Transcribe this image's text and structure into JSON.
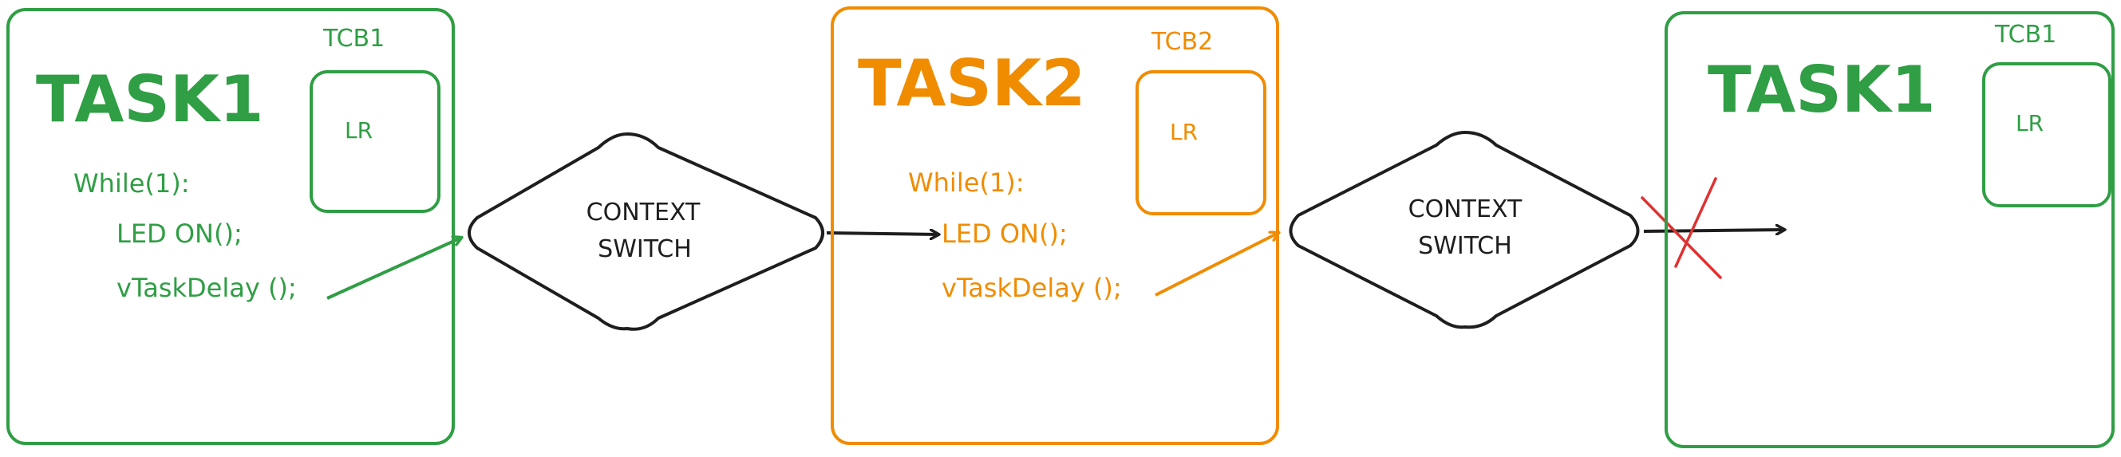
{
  "colors": {
    "task1": "#2f9e44",
    "task2": "#f08c00",
    "neutral": "#1e1e1e",
    "cross": "#e03131"
  },
  "task1_left": {
    "title": "TASK1",
    "tcb_label": "TCB1",
    "register": "LR",
    "code": [
      "While(1):",
      "LED ON();",
      "vTaskDelay ();"
    ]
  },
  "context_switch_1": {
    "line1": "CONTEXT",
    "line2": "SWITCH"
  },
  "task2": {
    "title": "TASK2",
    "tcb_label": "TCB2",
    "register": "LR",
    "code": [
      "While(1):",
      "LED ON();",
      "vTaskDelay ();"
    ]
  },
  "context_switch_2": {
    "line1": "CONTEXT",
    "line2": "SWITCH"
  },
  "task1_right": {
    "title": "TASK1",
    "tcb_label": "TCB1",
    "register": "LR"
  }
}
